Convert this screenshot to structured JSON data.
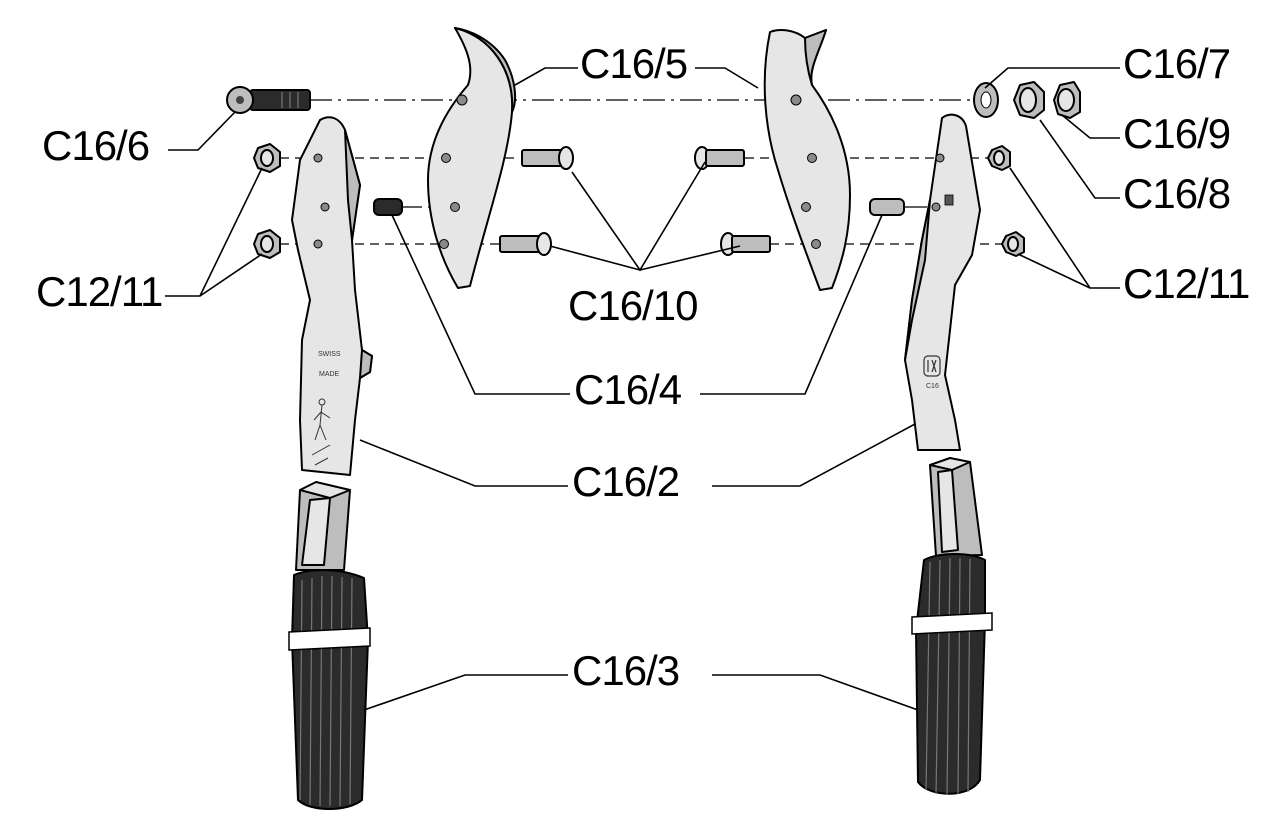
{
  "diagram": {
    "labels": {
      "c16_5": "C16/5",
      "c16_6": "C16/6",
      "c16_7": "C16/7",
      "c16_9": "C16/9",
      "c16_8": "C16/8",
      "c12_11_left": "C12/11",
      "c12_11_right": "C12/11",
      "c16_10": "C16/10",
      "c16_4": "C16/4",
      "c16_2": "C16/2",
      "c16_3": "C16/3"
    },
    "imprints": {
      "left_handle_line1": "SWISS",
      "left_handle_line2": "MADE",
      "right_handle_model": "C16"
    }
  }
}
